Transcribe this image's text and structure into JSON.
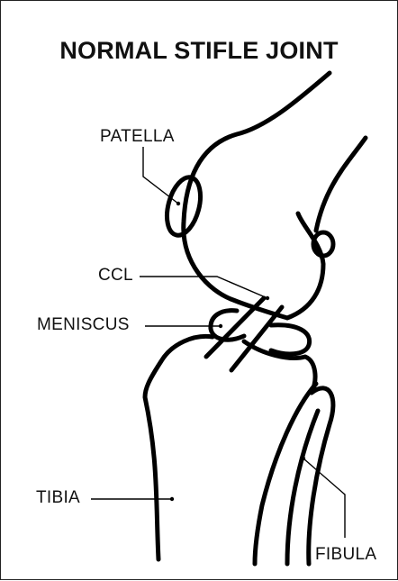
{
  "title": "NORMAL STIFLE JOINT",
  "labels": {
    "patella": "PATELLA",
    "ccl": "CCL",
    "meniscus": "MENISCUS",
    "tibia": "TIBIA",
    "fibula": "FIBULA"
  }
}
